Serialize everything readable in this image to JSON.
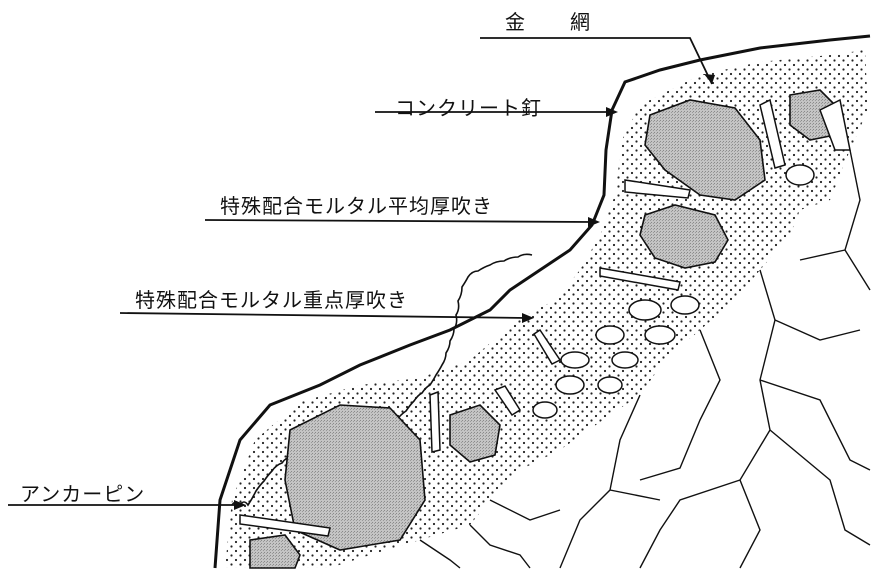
{
  "labels": {
    "wire_mesh_a": "金",
    "wire_mesh_b": "網",
    "concrete_nail": "コンクリート釘",
    "mortar_average": "特殊配合モルタル平均厚吹き",
    "mortar_focus": "特殊配合モルタル重点厚吹き",
    "anchor_pin": "アンカーピン"
  },
  "colors": {
    "ink": "#111111",
    "stone_fill": "#bdbdbd",
    "background": "#ffffff"
  }
}
